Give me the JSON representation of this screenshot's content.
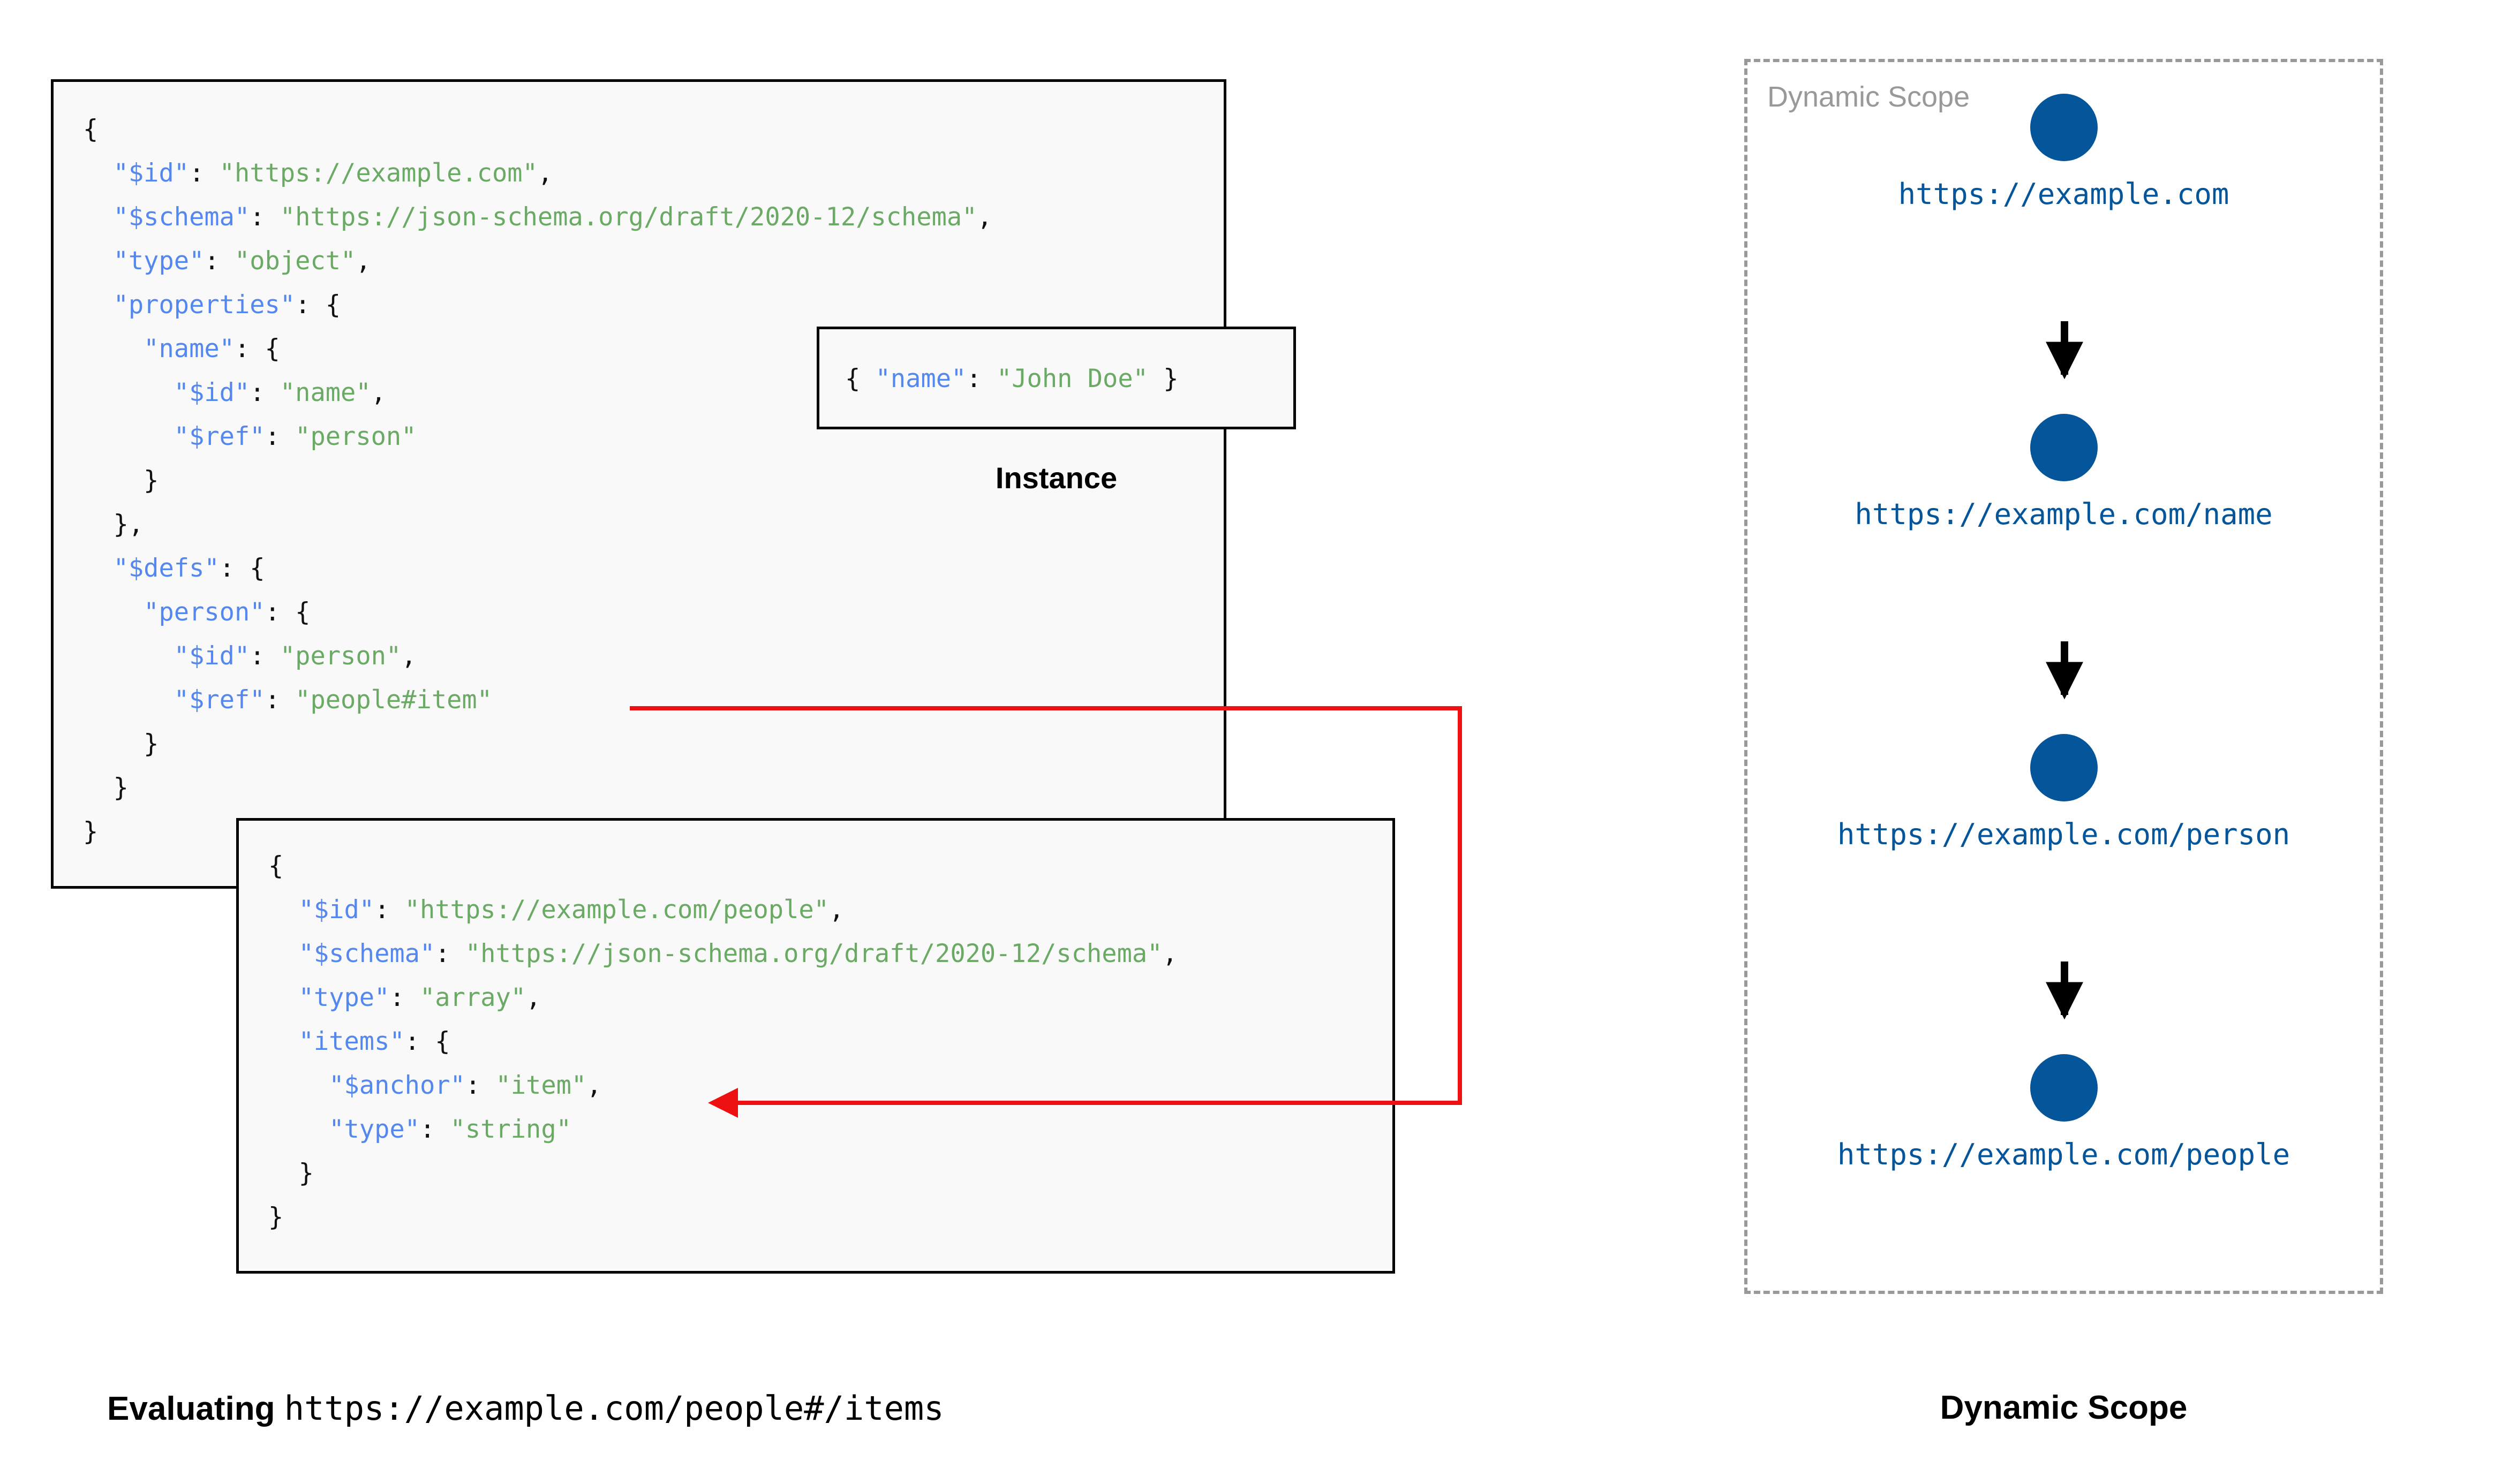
{
  "schema_box": {
    "name": "root-schema",
    "lines": [
      [
        {
          "t": "{",
          "c": "p"
        }
      ],
      [
        {
          "t": "  ",
          "c": "p"
        },
        {
          "t": "\"$id\"",
          "c": "k"
        },
        {
          "t": ": ",
          "c": "p"
        },
        {
          "t": "\"https://example.com\"",
          "c": "s"
        },
        {
          "t": ",",
          "c": "p"
        }
      ],
      [
        {
          "t": "  ",
          "c": "p"
        },
        {
          "t": "\"$schema\"",
          "c": "k"
        },
        {
          "t": ": ",
          "c": "p"
        },
        {
          "t": "\"https://json-schema.org/draft/2020-12/schema\"",
          "c": "s"
        },
        {
          "t": ",",
          "c": "p"
        }
      ],
      [
        {
          "t": "  ",
          "c": "p"
        },
        {
          "t": "\"type\"",
          "c": "k"
        },
        {
          "t": ": ",
          "c": "p"
        },
        {
          "t": "\"object\"",
          "c": "s"
        },
        {
          "t": ",",
          "c": "p"
        }
      ],
      [
        {
          "t": "  ",
          "c": "p"
        },
        {
          "t": "\"properties\"",
          "c": "k"
        },
        {
          "t": ": {",
          "c": "p"
        }
      ],
      [
        {
          "t": "    ",
          "c": "p"
        },
        {
          "t": "\"name\"",
          "c": "k"
        },
        {
          "t": ": {",
          "c": "p"
        }
      ],
      [
        {
          "t": "      ",
          "c": "p"
        },
        {
          "t": "\"$id\"",
          "c": "k"
        },
        {
          "t": ": ",
          "c": "p"
        },
        {
          "t": "\"name\"",
          "c": "s"
        },
        {
          "t": ",",
          "c": "p"
        }
      ],
      [
        {
          "t": "      ",
          "c": "p"
        },
        {
          "t": "\"$ref\"",
          "c": "k"
        },
        {
          "t": ": ",
          "c": "p"
        },
        {
          "t": "\"person\"",
          "c": "s"
        }
      ],
      [
        {
          "t": "    }",
          "c": "p"
        }
      ],
      [
        {
          "t": "  },",
          "c": "p"
        }
      ],
      [
        {
          "t": "  ",
          "c": "p"
        },
        {
          "t": "\"$defs\"",
          "c": "k"
        },
        {
          "t": ": {",
          "c": "p"
        }
      ],
      [
        {
          "t": "    ",
          "c": "p"
        },
        {
          "t": "\"person\"",
          "c": "k"
        },
        {
          "t": ": {",
          "c": "p"
        }
      ],
      [
        {
          "t": "      ",
          "c": "p"
        },
        {
          "t": "\"$id\"",
          "c": "k"
        },
        {
          "t": ": ",
          "c": "p"
        },
        {
          "t": "\"person\"",
          "c": "s"
        },
        {
          "t": ",",
          "c": "p"
        }
      ],
      [
        {
          "t": "      ",
          "c": "p"
        },
        {
          "t": "\"$ref\"",
          "c": "k"
        },
        {
          "t": ": ",
          "c": "p"
        },
        {
          "t": "\"people#item\"",
          "c": "s"
        }
      ],
      [
        {
          "t": "    }",
          "c": "p"
        }
      ],
      [
        {
          "t": "  }",
          "c": "p"
        }
      ],
      [
        {
          "t": "}",
          "c": "p"
        }
      ]
    ]
  },
  "instance_box": {
    "label": "Instance",
    "lines": [
      [
        {
          "t": "{ ",
          "c": "p"
        },
        {
          "t": "\"name\"",
          "c": "k"
        },
        {
          "t": ": ",
          "c": "p"
        },
        {
          "t": "\"John Doe\"",
          "c": "s"
        },
        {
          "t": " }",
          "c": "p"
        }
      ]
    ]
  },
  "people_box": {
    "name": "people-schema",
    "lines": [
      [
        {
          "t": "{",
          "c": "p"
        }
      ],
      [
        {
          "t": "  ",
          "c": "p"
        },
        {
          "t": "\"$id\"",
          "c": "k"
        },
        {
          "t": ": ",
          "c": "p"
        },
        {
          "t": "\"https://example.com/people\"",
          "c": "s"
        },
        {
          "t": ",",
          "c": "p"
        }
      ],
      [
        {
          "t": "  ",
          "c": "p"
        },
        {
          "t": "\"$schema\"",
          "c": "k"
        },
        {
          "t": ": ",
          "c": "p"
        },
        {
          "t": "\"https://json-schema.org/draft/2020-12/schema\"",
          "c": "s"
        },
        {
          "t": ",",
          "c": "p"
        }
      ],
      [
        {
          "t": "  ",
          "c": "p"
        },
        {
          "t": "\"type\"",
          "c": "k"
        },
        {
          "t": ": ",
          "c": "p"
        },
        {
          "t": "\"array\"",
          "c": "s"
        },
        {
          "t": ",",
          "c": "p"
        }
      ],
      [
        {
          "t": "  ",
          "c": "p"
        },
        {
          "t": "\"items\"",
          "c": "k"
        },
        {
          "t": ": {",
          "c": "p"
        }
      ],
      [
        {
          "t": "    ",
          "c": "p"
        },
        {
          "t": "\"$anchor\"",
          "c": "k"
        },
        {
          "t": ": ",
          "c": "p"
        },
        {
          "t": "\"item\"",
          "c": "s"
        },
        {
          "t": ",",
          "c": "p"
        }
      ],
      [
        {
          "t": "    ",
          "c": "p"
        },
        {
          "t": "\"type\"",
          "c": "k"
        },
        {
          "t": ": ",
          "c": "p"
        },
        {
          "t": "\"string\"",
          "c": "s"
        }
      ],
      [
        {
          "t": "  }",
          "c": "p"
        }
      ],
      [
        {
          "t": "}",
          "c": "p"
        }
      ]
    ]
  },
  "reference_arrow": {
    "name": "ref-resolution-arrow",
    "color": "#ee1111",
    "from": "\"$ref\": \"people#item\"",
    "to": "\"$anchor\": \"item\""
  },
  "dynamic_scope": {
    "title": "Dynamic Scope",
    "node_color": "#05559b",
    "border_color": "#999999",
    "nodes": [
      {
        "label": "https://example.com"
      },
      {
        "label": "https://example.com/name"
      },
      {
        "label": "https://example.com/person"
      },
      {
        "label": "https://example.com/people"
      }
    ]
  },
  "captions": {
    "left_bold": "Evaluating ",
    "left_mono": "https://example.com/people#/items",
    "right": "Dynamic Scope"
  }
}
